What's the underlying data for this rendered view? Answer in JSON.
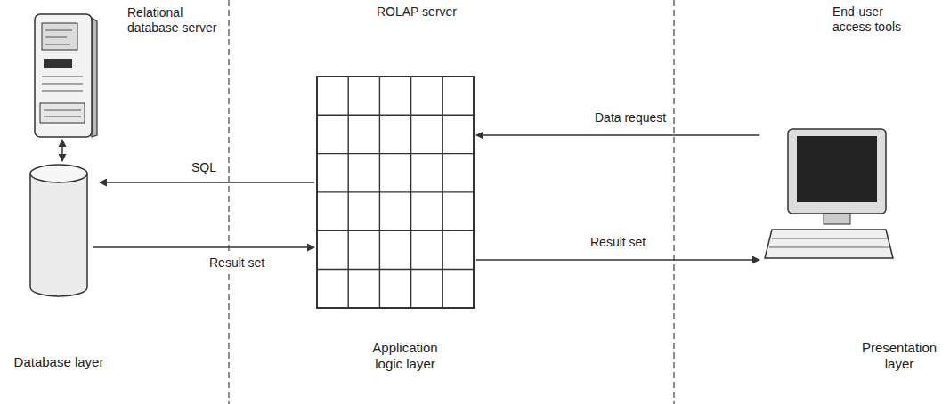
{
  "diagram": {
    "nodes": [
      {
        "text": [
          "Relational database server"
        ]
      },
      {
        "text": [
          "Database layer"
        ]
      },
      {
        "text": [
          "ROLAP server"
        ]
      },
      {
        "text": [
          "End-user access tools"
        ]
      }
    ],
    "edges": [
      {
        "from": 0,
        "to": 1,
        "arrow": "both"
      },
      {
        "from": 2,
        "to": 0,
        "label": "SQL",
        "arrow": "to"
      },
      {
        "from": 1,
        "to": 2,
        "label": "Result set",
        "arrow": "to"
      },
      {
        "from": 3,
        "to": 2,
        "label": "Data request",
        "arrow": "to"
      },
      {
        "from": 2,
        "to": 3,
        "label": "Result set",
        "arrow": "to"
      }
    ],
    "labels": [
      "Application logic layer",
      "Presentation layer"
    ]
  }
}
